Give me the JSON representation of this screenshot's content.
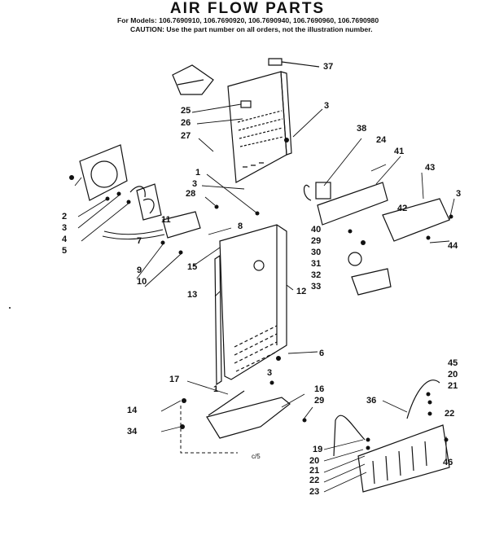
{
  "header": {
    "title": "AIR FLOW PARTS",
    "models": "For Models: 106.7690910, 106.7690920, 106.7690940, 106.7690960, 106.7690980",
    "caution": "CAUTION: Use the part number on all orders, not the illustration number."
  },
  "page_mark": "c/5",
  "callouts": [
    "37",
    "25",
    "3",
    "26",
    "27",
    "38",
    "24",
    "41",
    "43",
    "3",
    "1",
    "28",
    "3",
    "8",
    "11",
    "7",
    "2",
    "3",
    "4",
    "5",
    "9",
    "10",
    "15",
    "40",
    "42",
    "29",
    "30",
    "44",
    "31",
    "32",
    "33",
    "13",
    "12",
    "6",
    "45",
    "20",
    "21",
    "36",
    "22",
    "17",
    "3",
    "16",
    "14",
    "1",
    "29",
    "34",
    "19",
    "20",
    "21",
    "22",
    "23",
    "46"
  ]
}
